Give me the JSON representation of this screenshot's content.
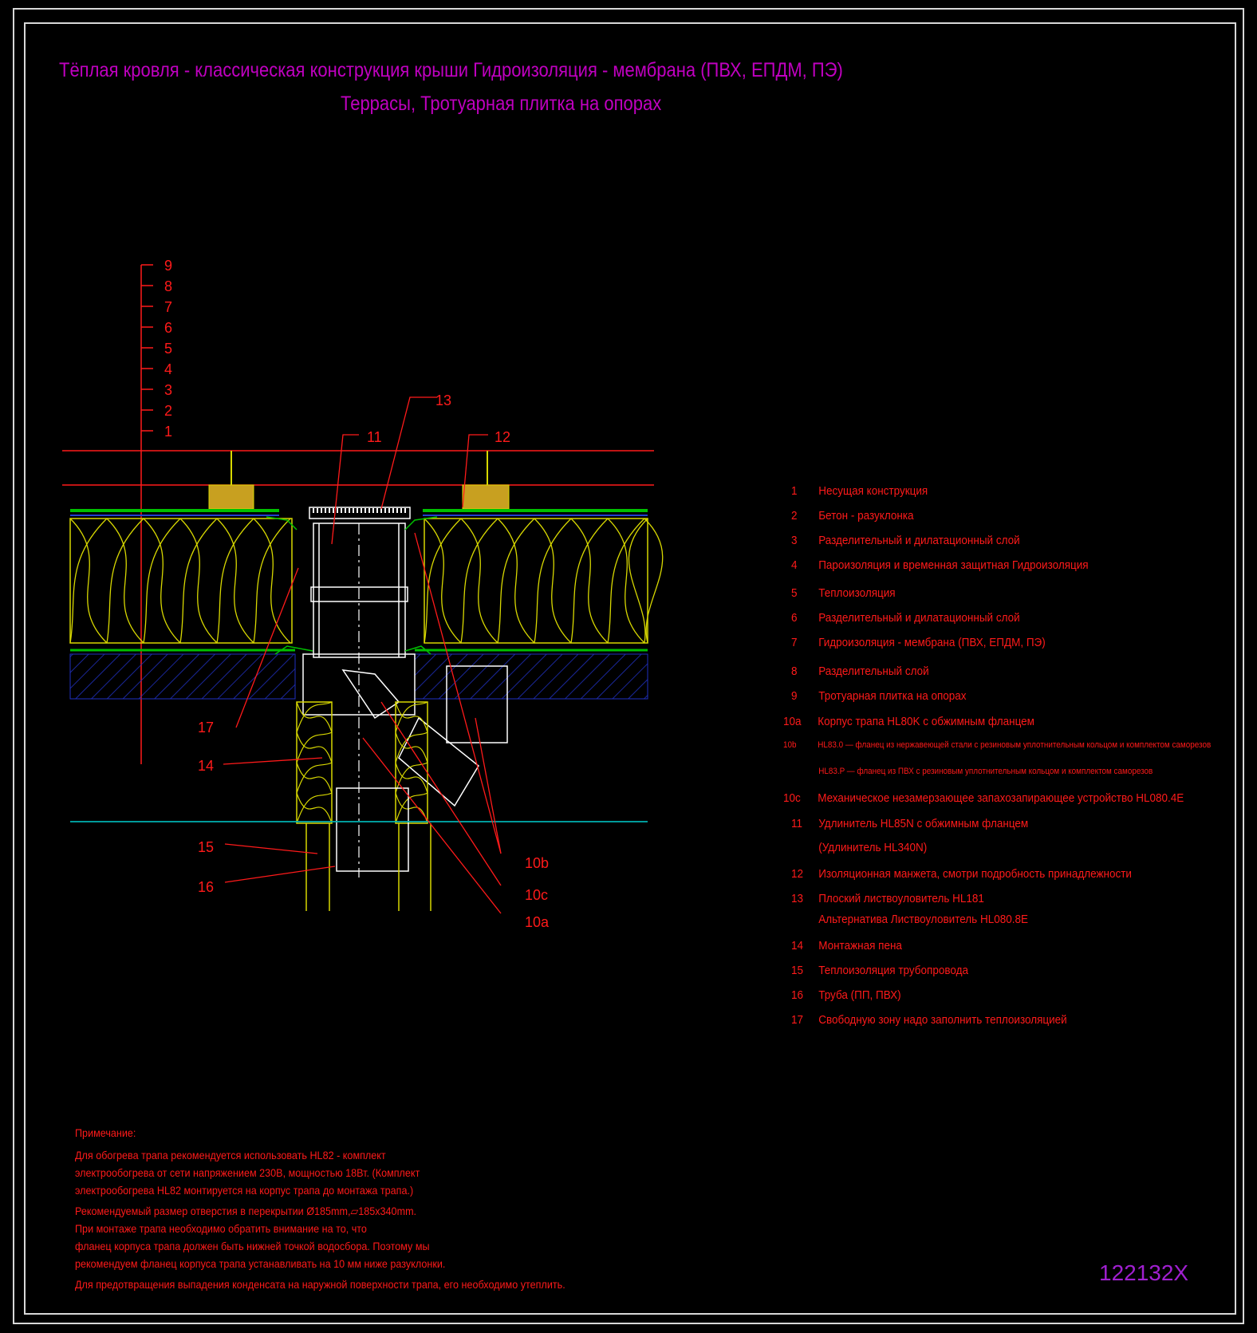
{
  "title": {
    "line1": "Тёплая кровля - классическая конструкция крыши Гидроизоляция - мембрана (ПВХ, ЕПДМ, ПЭ)",
    "line2": "Террасы, Тротуарная плитка на опорах"
  },
  "diagram": {
    "layer_ticks": [
      "9",
      "8",
      "7",
      "6",
      "5",
      "4",
      "3",
      "2",
      "1"
    ],
    "callouts": {
      "c13": "13",
      "c11": "11",
      "c12": "12",
      "c17": "17",
      "c14": "14",
      "c15": "15",
      "c16": "16",
      "c10b": "10b",
      "c10c": "10c",
      "c10a": "10a"
    }
  },
  "legend": [
    {
      "num": "1",
      "text": "Несущая конструкция"
    },
    {
      "num": "2",
      "text": "Бетон - разуклонка"
    },
    {
      "num": "3",
      "text": "Разделительный и дилатационный слой"
    },
    {
      "num": "4",
      "text": "Пароизоляция и временная защитная Гидроизоляция"
    },
    {
      "num": "5",
      "text": "Теплоизоляция"
    },
    {
      "num": "6",
      "text": "Разделительный и дилатационный слой"
    },
    {
      "num": "7",
      "text": "Гидроизоляция - мембрана (ПВХ, ЕПДМ, ПЭ)"
    },
    {
      "num": "8",
      "text": "Разделительный слой"
    },
    {
      "num": "9",
      "text": "Тротуарная плитка на опорах"
    },
    {
      "num": "10a",
      "text": "Корпус трапа HL80K с обжимным фланцем"
    },
    {
      "num": "10b",
      "text": "HL83.0 — фланец из нержавеющей стали с резиновым уплотнительным кольцом и комплектом саморезов"
    },
    {
      "num": "",
      "text": "HL83.P — фланец из ПВХ с резиновым уплотнительным кольцом и комплектом саморезов"
    },
    {
      "num": "10c",
      "text": "Механическое незамерзающее запахозапирающее устройство HL080.4E"
    },
    {
      "num": "11",
      "text": "Удлинитель HL85N с обжимным фланцем"
    },
    {
      "num": "",
      "text": "(Удлинитель HL340N)"
    },
    {
      "num": "12",
      "text": "Изоляционная манжета, смотри подробность принадлежности"
    },
    {
      "num": "13",
      "text": "Плоский листвоуловитель HL181"
    },
    {
      "num": "",
      "text": "Альтернатива Листвоуловитель HL080.8E"
    },
    {
      "num": "14",
      "text": "Монтажная пена"
    },
    {
      "num": "15",
      "text": "Теплоизоляция трубопровода"
    },
    {
      "num": "16",
      "text": "Труба (ПП, ПВХ)"
    },
    {
      "num": "17",
      "text": "Свободную зону надо заполнить теплоизоляцией"
    }
  ],
  "notes": {
    "heading": "Примечание:",
    "lines": [
      "Для обогрева трапа рекомендуется использовать HL82 - комплект",
      "электрообогрева от сети напряжением 230В, мощностью 18Вт. (Комплект",
      "электрообогрева HL82 монтируется на корпус трапа до монтажа трапа.)",
      "Рекомендуемый размер отверстия в перекрытии Ø185mm,▱185x340mm.",
      "При монтаже трапа необходимо обратить внимание на то, что",
      "фланец корпуса трапа должен быть нижней точкой водосбора. Поэтому мы",
      "рекомендуем фланец корпуса трапа устанавливать на 10 мм ниже разуклонки.",
      "Для предотвращения выпадения конденсата на наружной поверхности трапа, его необходимо утеплить."
    ]
  },
  "code": "122132X",
  "colors": {
    "background": "#000000",
    "frame": "#d8d8d8",
    "title": "#c000c0",
    "labels": "#ff1a1a",
    "insulation": "#d8d800",
    "membrane": "#00c000",
    "concrete_hatch": "#2030c0",
    "base_line": "#00b0b0",
    "drain": "#ffffff",
    "code": "#a020d0"
  }
}
